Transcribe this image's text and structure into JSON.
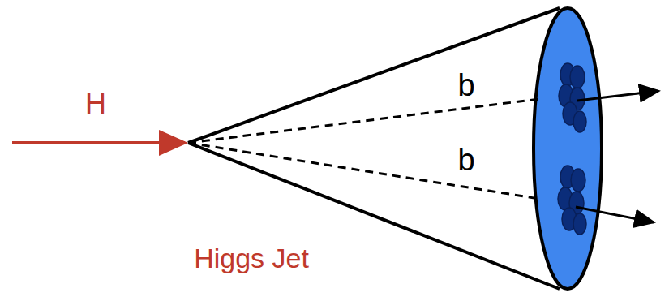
{
  "diagram": {
    "labels": [
      "H",
      "b",
      "b",
      "Higgs Jet"
    ]
  }
}
